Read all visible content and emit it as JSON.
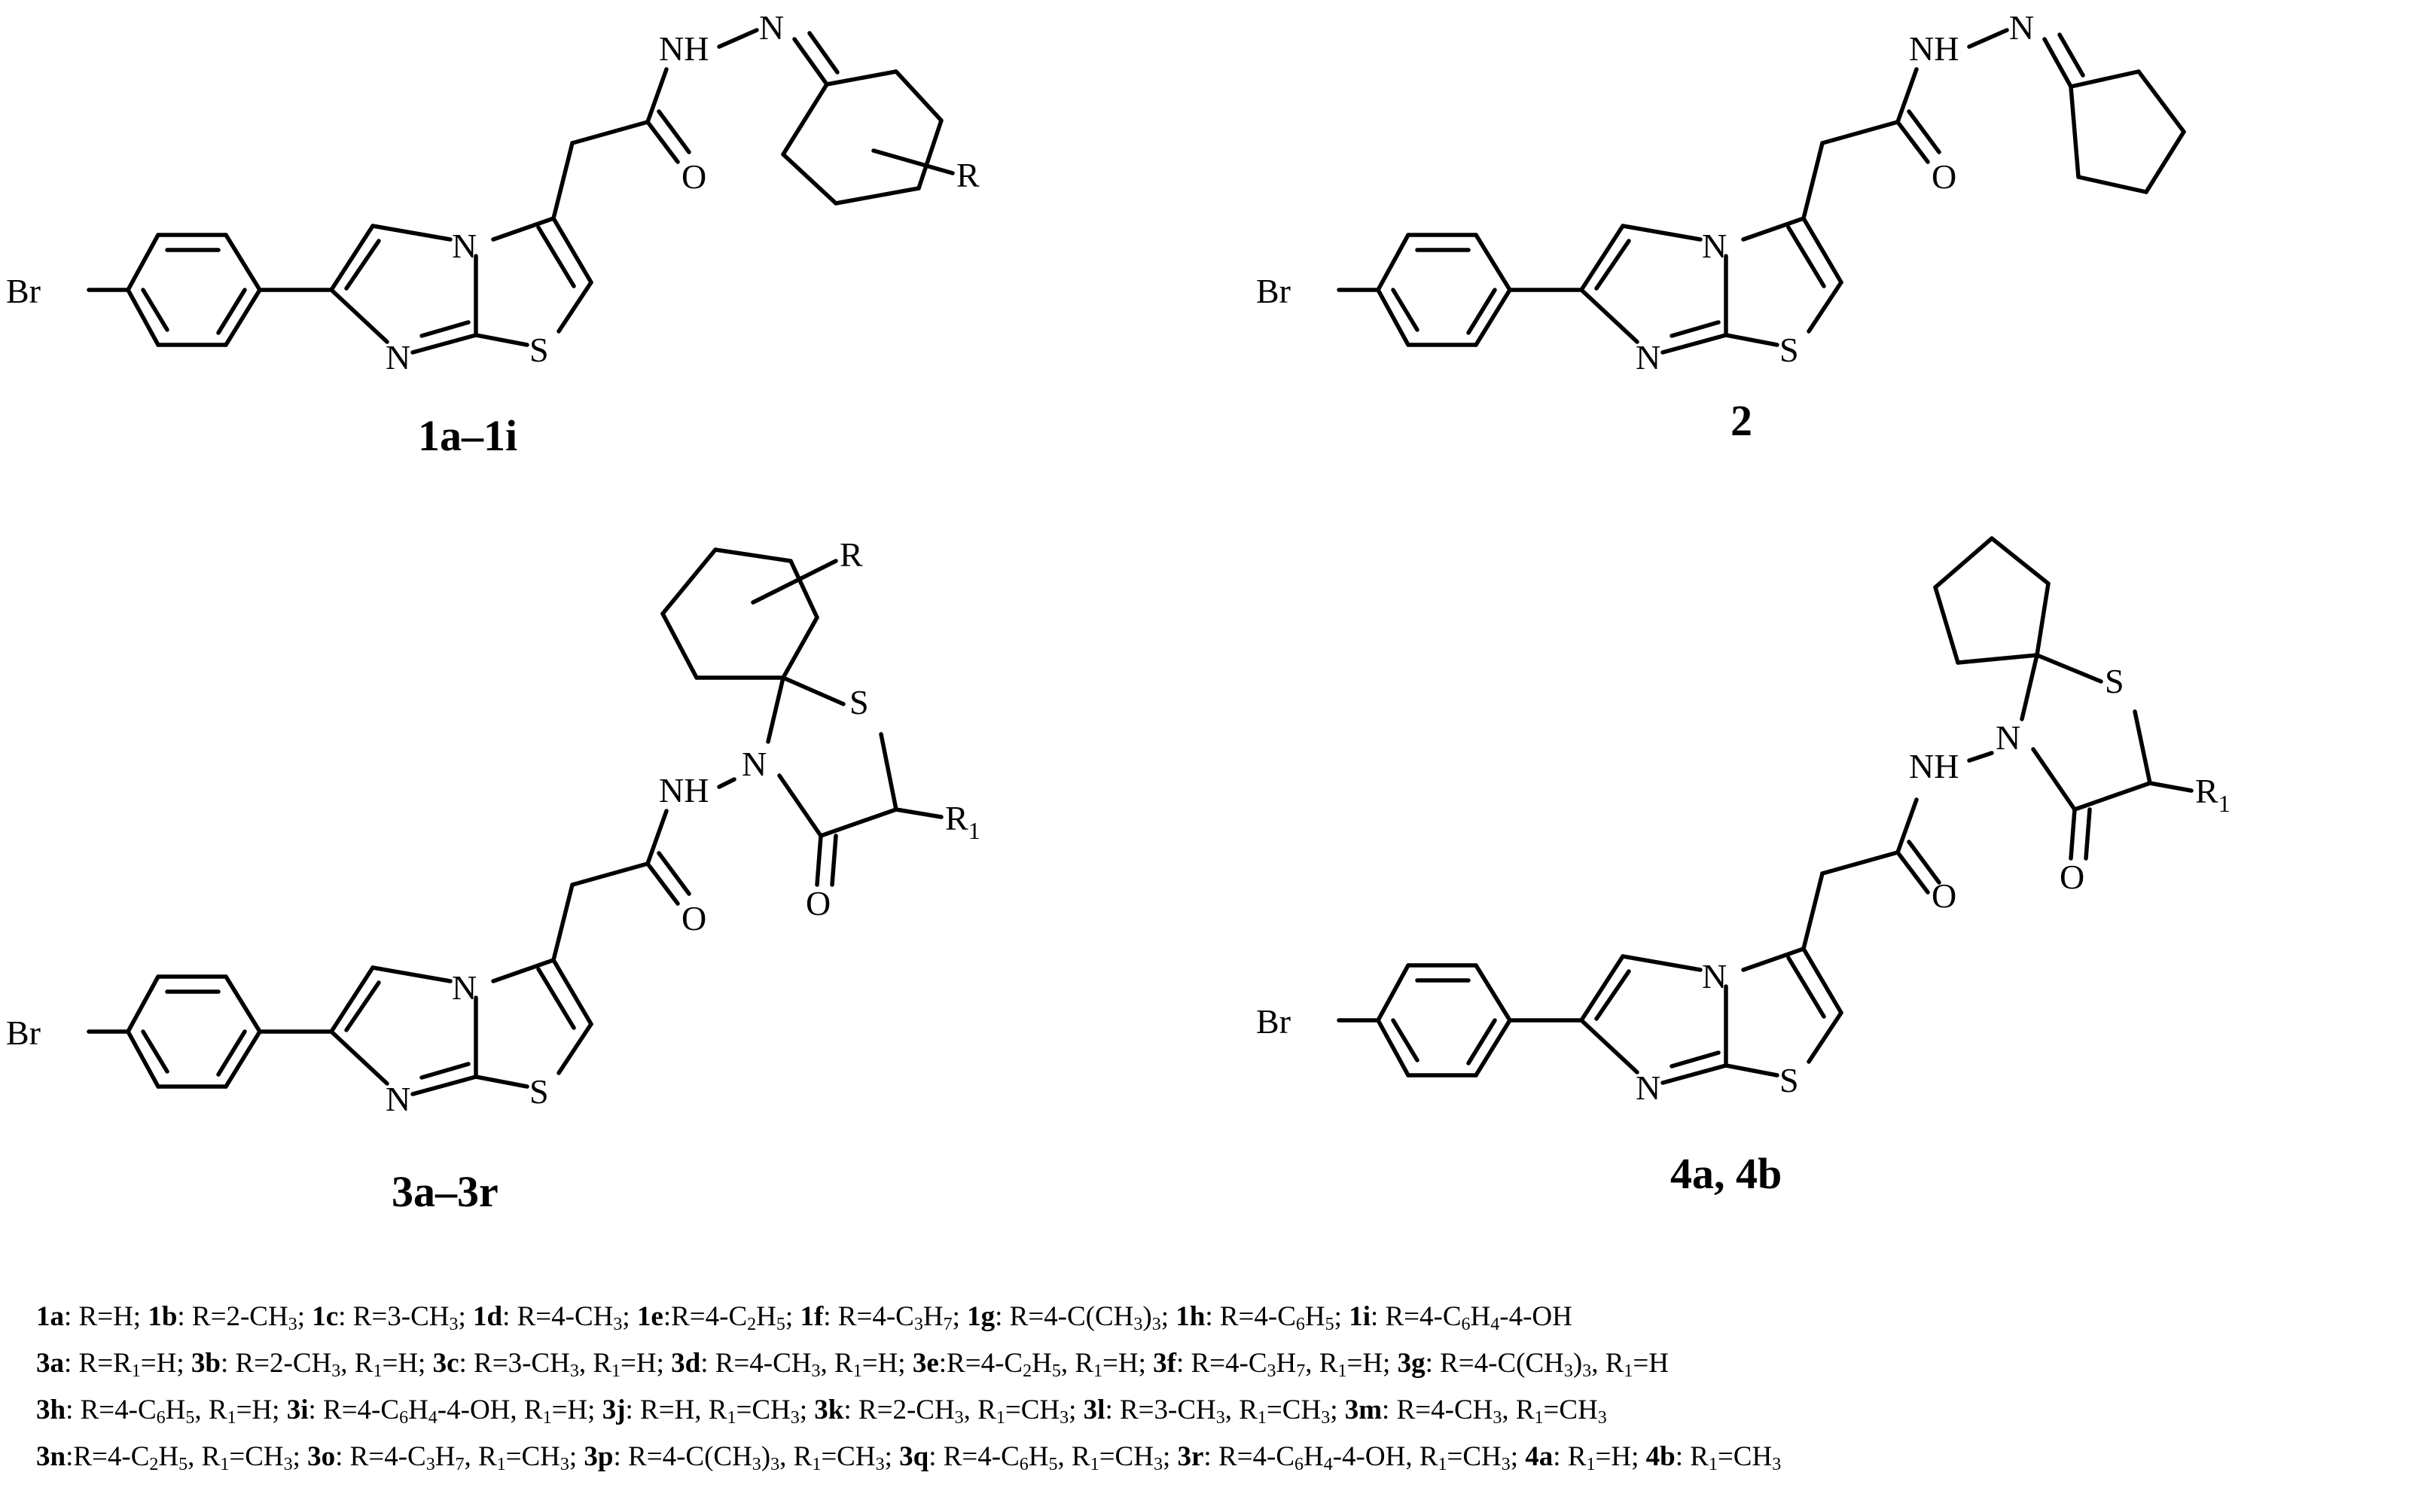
{
  "atoms": {
    "br": "Br",
    "n": "N",
    "s": "S",
    "o": "O",
    "nh": "NH",
    "r": "R",
    "r1_base": "R",
    "r1_sub": "1"
  },
  "compounds": {
    "c1": "1a–1i",
    "c2": "2",
    "c3": "3a–3r",
    "c4": "4a, 4b"
  },
  "legend": [
    [
      [
        "b",
        "1a"
      ],
      [
        "t",
        ": R=H; "
      ],
      [
        "b",
        "1b"
      ],
      [
        "t",
        ": R=2-CH"
      ],
      [
        "s",
        "3"
      ],
      [
        "t",
        "; "
      ],
      [
        "b",
        "1c"
      ],
      [
        "t",
        ": R=3-CH"
      ],
      [
        "s",
        "3"
      ],
      [
        "t",
        "; "
      ],
      [
        "b",
        "1d"
      ],
      [
        "t",
        ": R=4-CH"
      ],
      [
        "s",
        "3"
      ],
      [
        "t",
        "; "
      ],
      [
        "b",
        "1e"
      ],
      [
        "t",
        ":R=4-C"
      ],
      [
        "s",
        "2"
      ],
      [
        "t",
        "H"
      ],
      [
        "s",
        "5"
      ],
      [
        "t",
        "; "
      ],
      [
        "b",
        "1f"
      ],
      [
        "t",
        ": R=4-C"
      ],
      [
        "s",
        "3"
      ],
      [
        "t",
        "H"
      ],
      [
        "s",
        "7"
      ],
      [
        "t",
        "; "
      ],
      [
        "b",
        "1g"
      ],
      [
        "t",
        ": R=4-C(CH"
      ],
      [
        "s",
        "3"
      ],
      [
        "t",
        ")"
      ],
      [
        "s",
        "3"
      ],
      [
        "t",
        "; "
      ],
      [
        "b",
        "1h"
      ],
      [
        "t",
        ": R=4-C"
      ],
      [
        "s",
        "6"
      ],
      [
        "t",
        "H"
      ],
      [
        "s",
        "5"
      ],
      [
        "t",
        "; "
      ],
      [
        "b",
        "1i"
      ],
      [
        "t",
        ": R=4-C"
      ],
      [
        "s",
        "6"
      ],
      [
        "t",
        "H"
      ],
      [
        "s",
        "4"
      ],
      [
        "t",
        "-4-OH"
      ]
    ],
    [
      [
        "b",
        "3a"
      ],
      [
        "t",
        ": R=R"
      ],
      [
        "s",
        "1"
      ],
      [
        "t",
        "=H; "
      ],
      [
        "b",
        "3b"
      ],
      [
        "t",
        ": R=2-CH"
      ],
      [
        "s",
        "3"
      ],
      [
        "t",
        ", R"
      ],
      [
        "s",
        "1"
      ],
      [
        "t",
        "=H; "
      ],
      [
        "b",
        "3c"
      ],
      [
        "t",
        ": R=3-CH"
      ],
      [
        "s",
        "3"
      ],
      [
        "t",
        ", R"
      ],
      [
        "s",
        "1"
      ],
      [
        "t",
        "=H; "
      ],
      [
        "b",
        "3d"
      ],
      [
        "t",
        ": R=4-CH"
      ],
      [
        "s",
        "3"
      ],
      [
        "t",
        ", R"
      ],
      [
        "s",
        "1"
      ],
      [
        "t",
        "=H; "
      ],
      [
        "b",
        "3e"
      ],
      [
        "t",
        ":R=4-C"
      ],
      [
        "s",
        "2"
      ],
      [
        "t",
        "H"
      ],
      [
        "s",
        "5"
      ],
      [
        "t",
        ", R"
      ],
      [
        "s",
        "1"
      ],
      [
        "t",
        "=H; "
      ],
      [
        "b",
        "3f"
      ],
      [
        "t",
        ": R=4-C"
      ],
      [
        "s",
        "3"
      ],
      [
        "t",
        "H"
      ],
      [
        "s",
        "7"
      ],
      [
        "t",
        ", R"
      ],
      [
        "s",
        "1"
      ],
      [
        "t",
        "=H; "
      ],
      [
        "b",
        "3g"
      ],
      [
        "t",
        ": R=4-C(CH"
      ],
      [
        "s",
        "3"
      ],
      [
        "t",
        ")"
      ],
      [
        "s",
        "3"
      ],
      [
        "t",
        ", R"
      ],
      [
        "s",
        "1"
      ],
      [
        "t",
        "=H"
      ]
    ],
    [
      [
        "b",
        "3h"
      ],
      [
        "t",
        ": R=4-C"
      ],
      [
        "s",
        "6"
      ],
      [
        "t",
        "H"
      ],
      [
        "s",
        "5"
      ],
      [
        "t",
        ", R"
      ],
      [
        "s",
        "1"
      ],
      [
        "t",
        "=H; "
      ],
      [
        "b",
        "3i"
      ],
      [
        "t",
        ": R=4-C"
      ],
      [
        "s",
        "6"
      ],
      [
        "t",
        "H"
      ],
      [
        "s",
        "4"
      ],
      [
        "t",
        "-4-OH, R"
      ],
      [
        "s",
        "1"
      ],
      [
        "t",
        "=H; "
      ],
      [
        "b",
        "3j"
      ],
      [
        "t",
        ": R=H, R"
      ],
      [
        "s",
        "1"
      ],
      [
        "t",
        "=CH"
      ],
      [
        "s",
        "3"
      ],
      [
        "t",
        "; "
      ],
      [
        "b",
        "3k"
      ],
      [
        "t",
        ": R=2-CH"
      ],
      [
        "s",
        "3"
      ],
      [
        "t",
        ", R"
      ],
      [
        "s",
        "1"
      ],
      [
        "t",
        "=CH"
      ],
      [
        "s",
        "3"
      ],
      [
        "t",
        "; "
      ],
      [
        "b",
        "3l"
      ],
      [
        "t",
        ": R=3-CH"
      ],
      [
        "s",
        "3"
      ],
      [
        "t",
        ", R"
      ],
      [
        "s",
        "1"
      ],
      [
        "t",
        "=CH"
      ],
      [
        "s",
        "3"
      ],
      [
        "t",
        "; "
      ],
      [
        "b",
        "3m"
      ],
      [
        "t",
        ": R=4-CH"
      ],
      [
        "s",
        "3"
      ],
      [
        "t",
        ", R"
      ],
      [
        "s",
        "1"
      ],
      [
        "t",
        "=CH"
      ],
      [
        "s",
        "3"
      ]
    ],
    [
      [
        "b",
        "3n"
      ],
      [
        "t",
        ":R=4-C"
      ],
      [
        "s",
        "2"
      ],
      [
        "t",
        "H"
      ],
      [
        "s",
        "5"
      ],
      [
        "t",
        ", R"
      ],
      [
        "s",
        "1"
      ],
      [
        "t",
        "=CH"
      ],
      [
        "s",
        "3"
      ],
      [
        "t",
        "; "
      ],
      [
        "b",
        "3o"
      ],
      [
        "t",
        ": R=4-C"
      ],
      [
        "s",
        "3"
      ],
      [
        "t",
        "H"
      ],
      [
        "s",
        "7"
      ],
      [
        "t",
        ", R"
      ],
      [
        "s",
        "1"
      ],
      [
        "t",
        "=CH"
      ],
      [
        "s",
        "3"
      ],
      [
        "t",
        "; "
      ],
      [
        "b",
        "3p"
      ],
      [
        "t",
        ": R=4-C(CH"
      ],
      [
        "s",
        "3"
      ],
      [
        "t",
        ")"
      ],
      [
        "s",
        "3"
      ],
      [
        "t",
        ", R"
      ],
      [
        "s",
        "1"
      ],
      [
        "t",
        "=CH"
      ],
      [
        "s",
        "3"
      ],
      [
        "t",
        "; "
      ],
      [
        "b",
        "3q"
      ],
      [
        "t",
        ": R=4-C"
      ],
      [
        "s",
        "6"
      ],
      [
        "t",
        "H"
      ],
      [
        "s",
        "5"
      ],
      [
        "t",
        ", R"
      ],
      [
        "s",
        "1"
      ],
      [
        "t",
        "=CH"
      ],
      [
        "s",
        "3"
      ],
      [
        "t",
        "; "
      ],
      [
        "b",
        "3r"
      ],
      [
        "t",
        ": R=4-C"
      ],
      [
        "s",
        "6"
      ],
      [
        "t",
        "H"
      ],
      [
        "s",
        "4"
      ],
      [
        "t",
        "-4-OH, R"
      ],
      [
        "s",
        "1"
      ],
      [
        "t",
        "=CH"
      ],
      [
        "s",
        "3"
      ],
      [
        "t",
        "; "
      ],
      [
        "b",
        "4a"
      ],
      [
        "t",
        ": R"
      ],
      [
        "s",
        "1"
      ],
      [
        "t",
        "=H; "
      ],
      [
        "b",
        "4b"
      ],
      [
        "t",
        ": R"
      ],
      [
        "s",
        "1"
      ],
      [
        "t",
        "=CH"
      ],
      [
        "s",
        "3"
      ]
    ]
  ]
}
